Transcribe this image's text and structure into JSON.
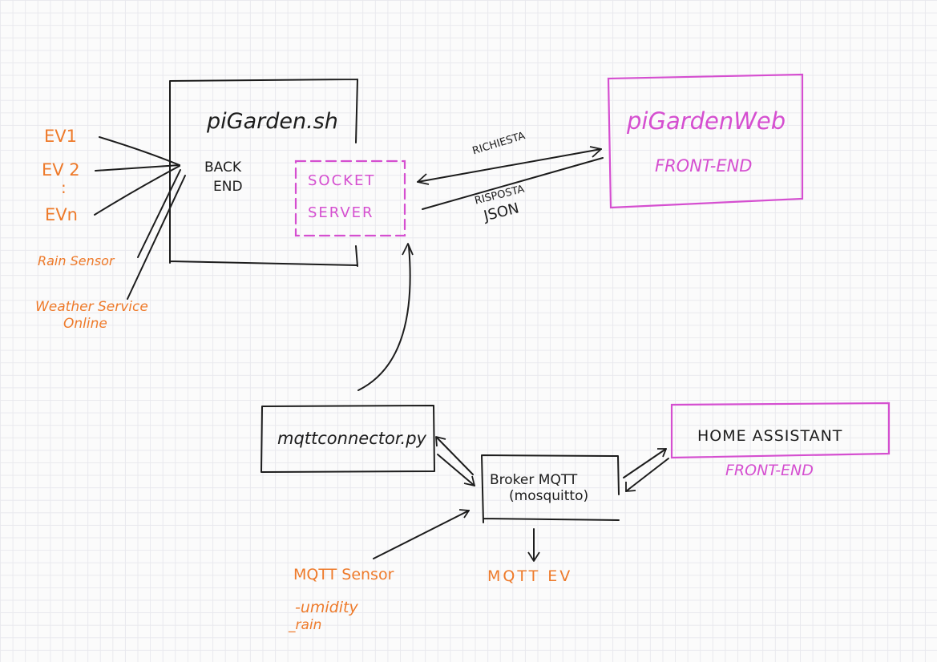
{
  "backend": {
    "title": "piGarden.sh",
    "label_line1": "BACK",
    "label_line2": "END",
    "socket_line1": "SOCKET",
    "socket_line2": "SERVER"
  },
  "frontend": {
    "title": "piGardenWeb",
    "subtitle": "FRONT-END"
  },
  "arrows": {
    "request": "RICHIESTA",
    "response_line1": "RISPOSTA",
    "response_line2": "JSON"
  },
  "inputs": {
    "ev1": "EV1",
    "ev2": "EV 2",
    "dots": ":",
    "evn": "EVn",
    "rain_sensor": "Rain Sensor",
    "weather_line1": "Weather Service",
    "weather_line2": "Online"
  },
  "mqtt": {
    "connector": "mqttconnector.py",
    "broker_line1": "Broker MQTT",
    "broker_line2": "(mosquitto)",
    "ev_output": "MQTT EV",
    "sensor_title": "MQTT Sensor",
    "sensor_item1": "-umidity",
    "sensor_item2": "_rain"
  },
  "home_assistant": {
    "title": "HOME ASSISTANT",
    "subtitle": "FRONT-END"
  },
  "colors": {
    "ink": "#1c1c1c",
    "magenta": "#d54fd0",
    "orange": "#ee7a2a",
    "grid": "#e9e9ee"
  }
}
